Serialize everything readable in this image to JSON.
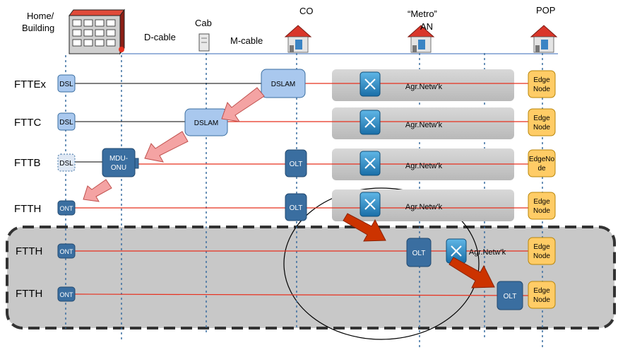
{
  "header": {
    "home": [
      "Home/",
      "Building"
    ],
    "cab": "Cab",
    "dcable": "D-cable",
    "mcable": "M-cable",
    "co": "CO",
    "metro": [
      "“Metro”",
      "AN"
    ],
    "pop": "POP"
  },
  "rows": [
    {
      "label": "FTTEx",
      "dsl": "DSL",
      "dslam": "DSLAM",
      "agr": "Agr.Netw'k",
      "edge": [
        "Edge",
        "Node"
      ]
    },
    {
      "label": "FTTC",
      "dsl": "DSL",
      "dslam": "DSLAM",
      "agr": "Agr.Netw'k",
      "edge": [
        "Edge",
        "Node"
      ]
    },
    {
      "label": "FTTB",
      "dsl": "DSL",
      "mdu": [
        "MDU-",
        "ONU"
      ],
      "olt": "OLT",
      "agr": "Agr.Netw'k",
      "edge": [
        "EdgeNo",
        "de"
      ]
    },
    {
      "label": "FTTH",
      "ont": "ONT",
      "olt": "OLT",
      "agr": "Agr.Netw'k",
      "edge": [
        "Edge",
        "Node"
      ]
    },
    {
      "label": "FTTH",
      "ont": "ONT",
      "olt": "OLT",
      "agr": "Agr.Netw'k",
      "edge": [
        "Edge",
        "Node"
      ]
    },
    {
      "label": "FTTH",
      "ont": "ONT",
      "olt": "OLT",
      "edge": [
        "Edge",
        "Node"
      ]
    }
  ],
  "colors": {
    "blue_dark": "#3a6ea0",
    "blue_light": "#a9c8ee",
    "gray_band": "#c9c9c9",
    "edge_yellow": "#ffcc66",
    "pink_arrow": "#f4a3a3",
    "red_arrow": "#cc3300",
    "fiber_red": "#e8301e"
  }
}
